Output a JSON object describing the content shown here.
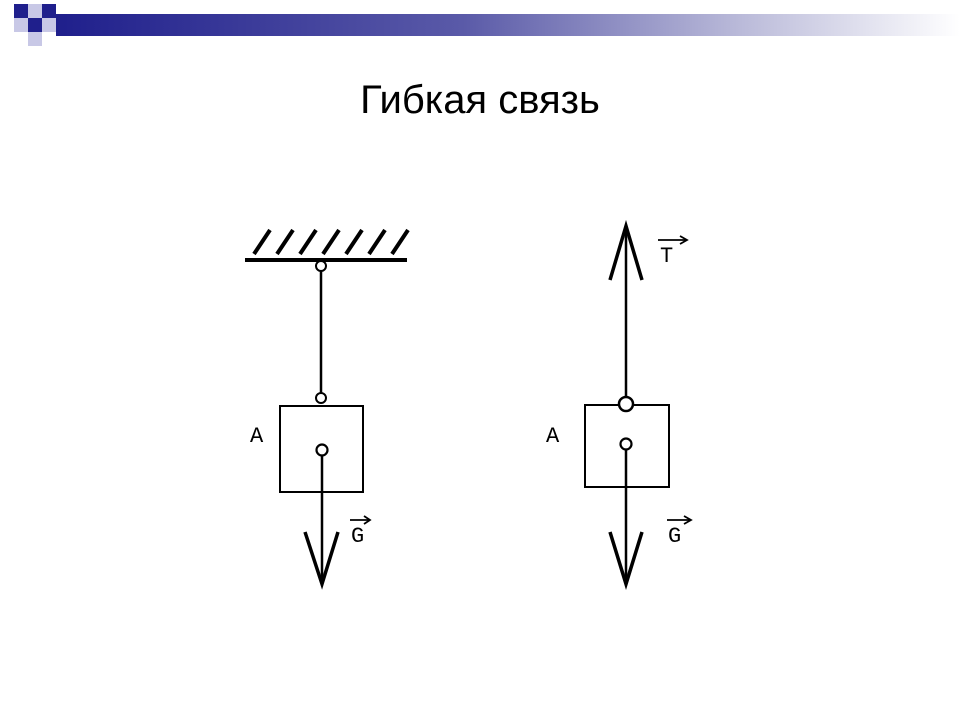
{
  "slide": {
    "title": "Гибкая связь",
    "accent_color": "#1f1f8c"
  },
  "diagram": {
    "left": {
      "body_label": "A",
      "force_label": "G"
    },
    "right": {
      "body_label": "A",
      "tension_label": "T",
      "force_label": "G"
    }
  }
}
